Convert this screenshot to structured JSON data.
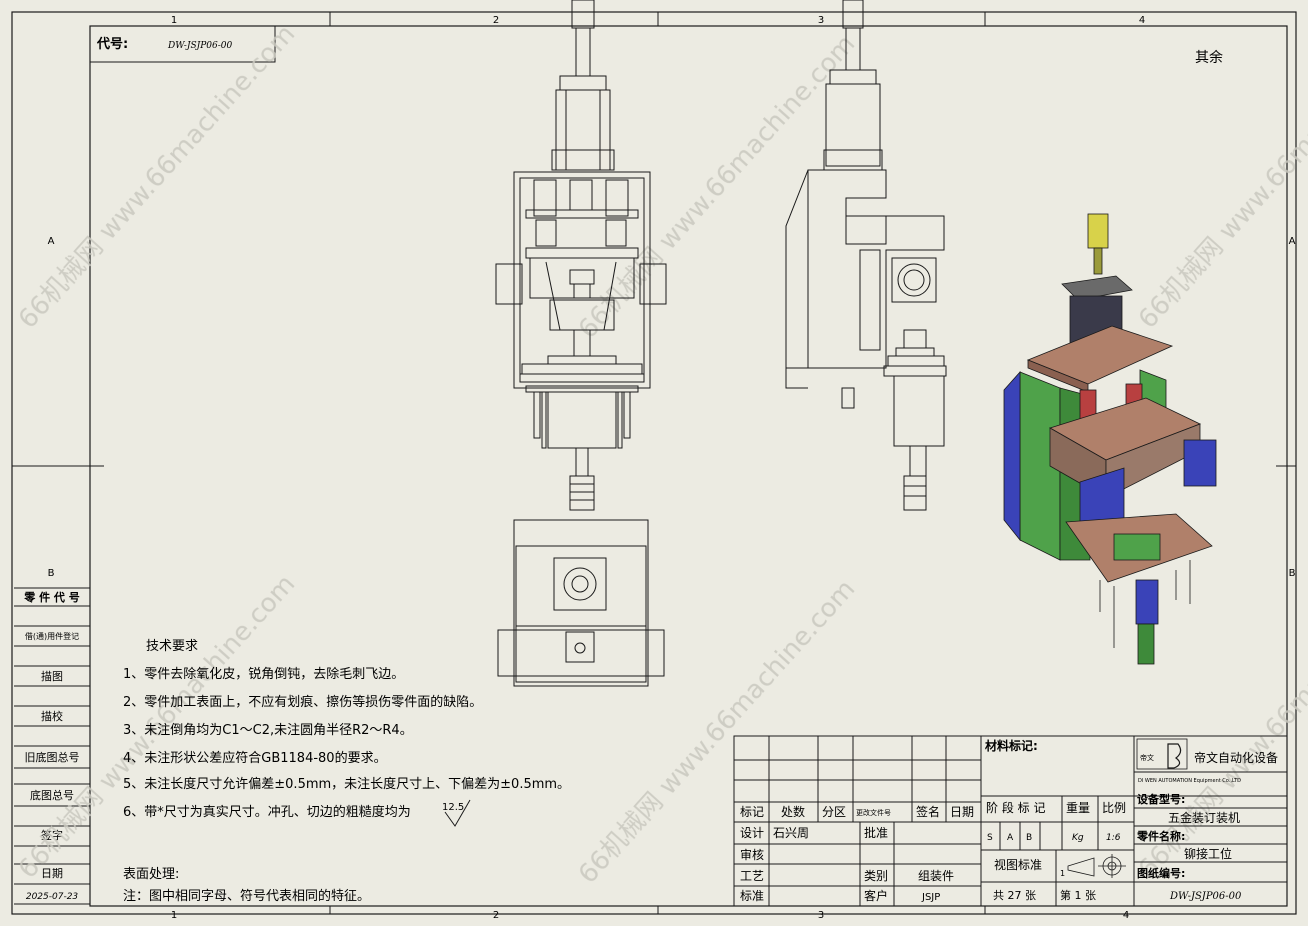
{
  "sheet": {
    "col_markers": [
      "1",
      "2",
      "3",
      "4"
    ],
    "row_markers": [
      "A",
      "B"
    ],
    "code_label": "代号:",
    "code_value": "DW-JSJP06-00",
    "top_right_note": "其余"
  },
  "left_strip": {
    "rows": [
      "零 件 代 号",
      "借(通)用件登记",
      "描图",
      "描校",
      "旧底图总号",
      "底图总号",
      "签字",
      "日期"
    ],
    "date_value": "2025-07-23"
  },
  "tech_req": {
    "title": "技术要求",
    "items": [
      "1、零件去除氧化皮，锐角倒钝，去除毛刺飞边。",
      "2、零件加工表面上，不应有划痕、擦伤等损伤零件面的缺陷。",
      "3、未注倒角均为C1～C2,未注圆角半径R2～R4。",
      "4、未注形状公差应符合GB1184-80的要求。",
      "5、未注长度尺寸允许偏差±0.5mm，未注长度尺寸上、下偏差为±0.5mm。",
      "6、带*尺寸为真实尺寸。冲孔、切边的粗糙度均为"
    ],
    "roughness_value": "12.5",
    "surface_title": "表面处理:",
    "note": "注：图中相同字母、符号代表相同的特征。"
  },
  "title_block": {
    "material_label": "材料标记:",
    "company": "帝文自动化设备",
    "company_en": "DI WEN AUTOMATION Equipment Co.,LTD",
    "logo_text": "帝文",
    "header_cols": [
      "标记",
      "处数",
      "分区",
      "更改文件号",
      "签名",
      "日期"
    ],
    "design_label": "设计",
    "designer": "石兴周",
    "approve_label": "批准",
    "review_label": "审核",
    "process_label": "工艺",
    "category_label": "类别",
    "category_value": "组装件",
    "standard_label": "标准",
    "customer_label": "客户",
    "customer_value": "JSJP",
    "stage_label": "阶 段 标 记",
    "weight_label": "重量",
    "scale_label": "比例",
    "stage_marks": [
      "S",
      "A",
      "B"
    ],
    "weight_unit": "Kg",
    "scale_value": "1:6",
    "view_standard_label": "视图标准",
    "view_number": "1",
    "total_sheets": "共  27 张",
    "sheet_no": "第   1 张",
    "model_label": "设备型号:",
    "model_value": "五金装订装机",
    "part_name_label": "零件名称:",
    "part_name_value": "铆接工位",
    "drawing_no_label": "图纸编号:",
    "drawing_no_value": "DW-JSJP06-00"
  },
  "watermark": "66机械网 www.66machine.com",
  "colors": {
    "background": "#ecebe2",
    "line": "#1a1a1a",
    "iso_green": "#4fa24a",
    "iso_blue": "#3a43b8",
    "iso_brown": "#b0806a",
    "iso_yellow": "#d8d24a",
    "iso_red": "#b84040",
    "watermark": "#c9c8bf"
  }
}
